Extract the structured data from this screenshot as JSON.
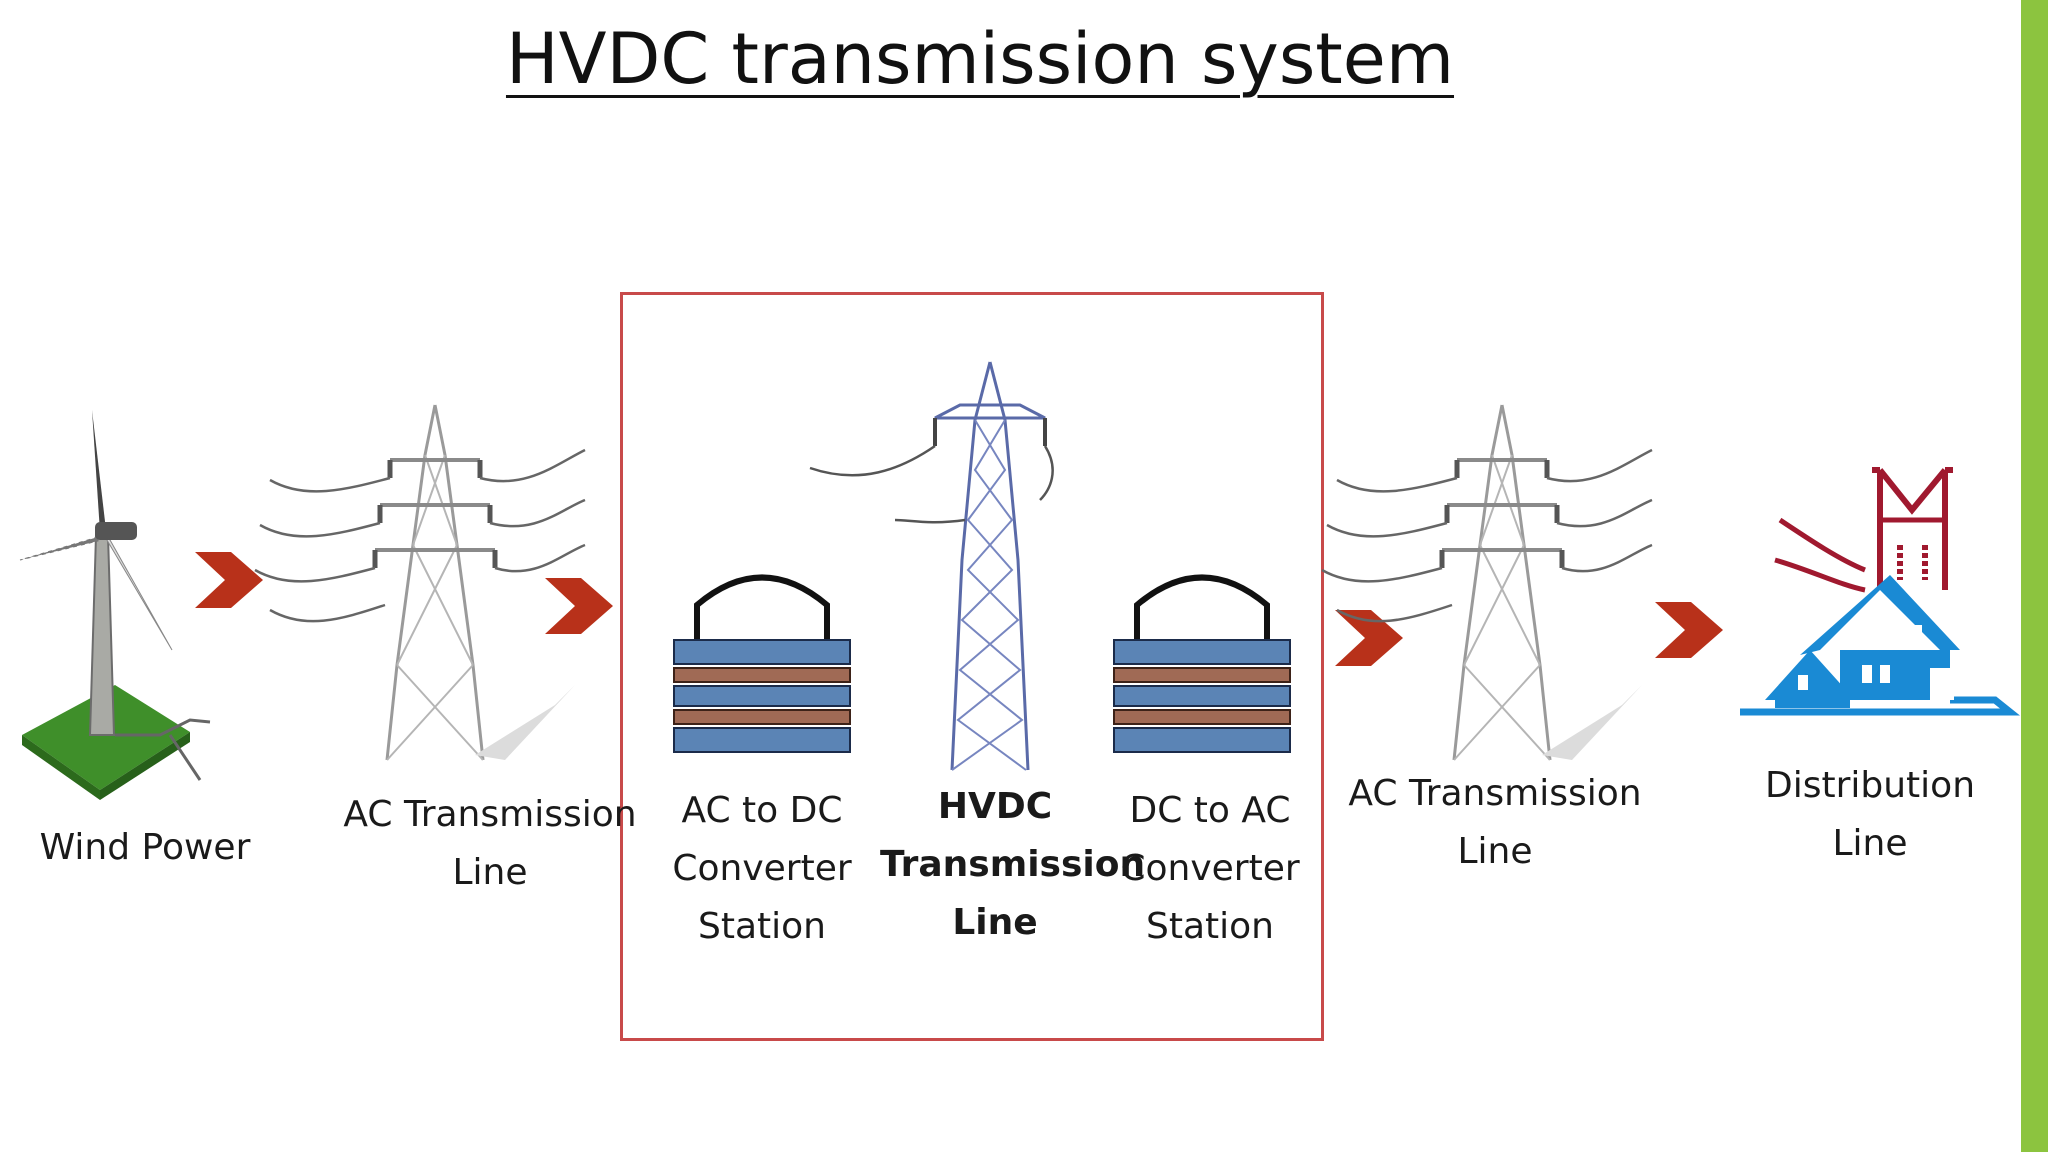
{
  "title": "HVDC transmission system",
  "colors": {
    "box_border": "#c84a4a",
    "arrow": "#b8311a",
    "converter_blue": "#5b84b5",
    "converter_brown": "#a06a55",
    "tower_blue": "#5a6aa8",
    "house_blue": "#1a8ad4",
    "pylon_red": "#a0192f",
    "side_bar": "#8cc43f"
  },
  "stages": {
    "wind": {
      "label": "Wind Power",
      "icon": "wind-turbine-icon"
    },
    "ac_line_1": {
      "line1": "AC Transmission",
      "line2": "Line",
      "icon": "ac-pylon-icon"
    },
    "ac_dc": {
      "line1": "AC to DC",
      "line2": "Converter",
      "line3": "Station",
      "icon": "converter-station-icon"
    },
    "hvdc": {
      "line1": "HVDC",
      "line2": "Transmission",
      "line3": "Line",
      "icon": "hvdc-tower-icon"
    },
    "dc_ac": {
      "line1": "DC to AC",
      "line2": "Converter",
      "line3": "Station",
      "icon": "converter-station-icon"
    },
    "ac_line_2": {
      "line1": "AC Transmission",
      "line2": "Line",
      "icon": "ac-pylon-icon"
    },
    "distribution": {
      "line1": "Distribution",
      "line2": "Line",
      "icon": "distribution-house-icon"
    }
  }
}
